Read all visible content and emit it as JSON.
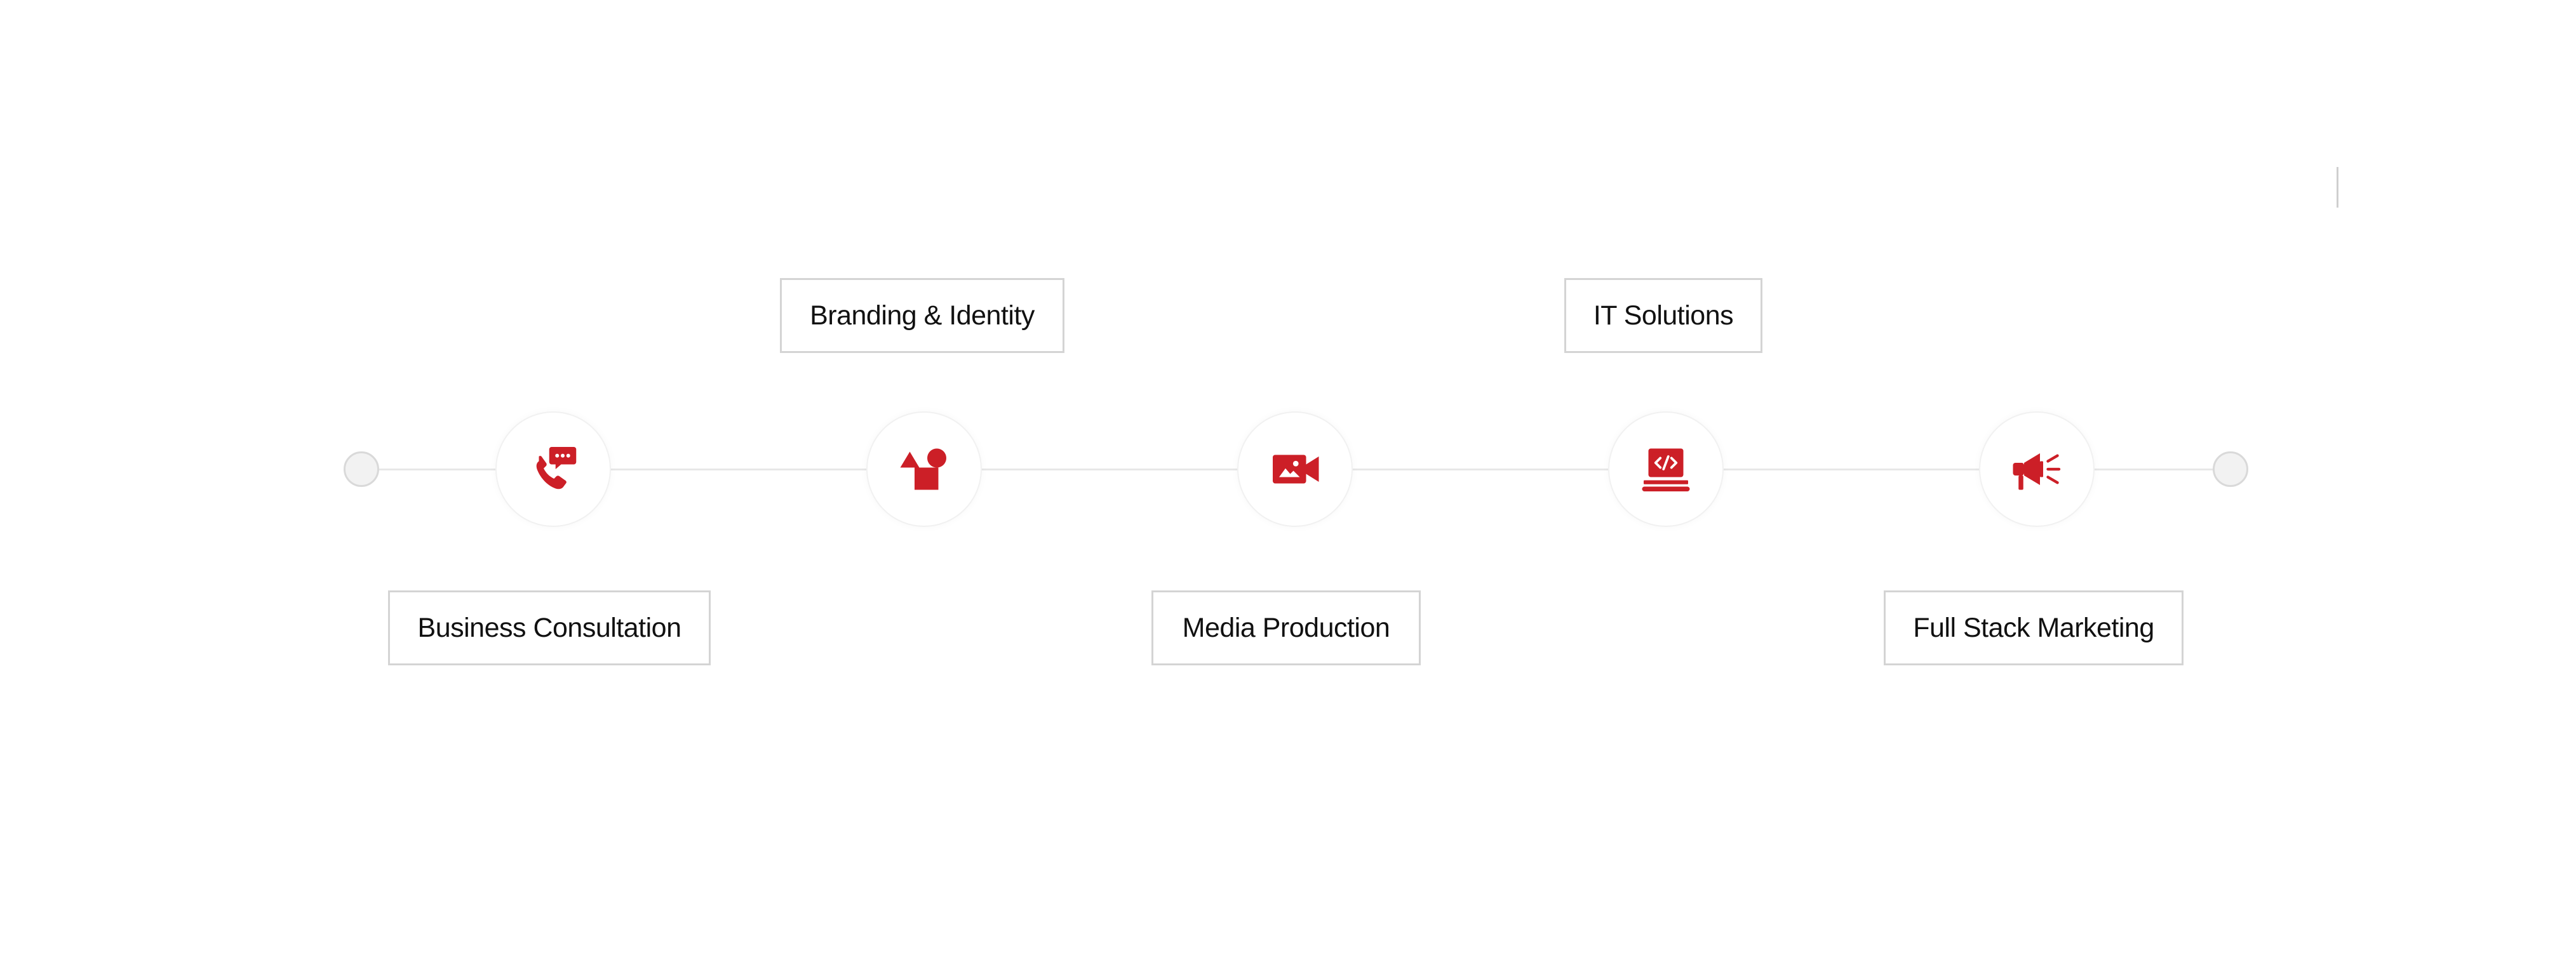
{
  "colors": {
    "accent": "#cc1f27",
    "line": "#e7e7e7",
    "box_border": "#d4d4d4",
    "text": "#111111"
  },
  "services": [
    {
      "label": "Business Consultation",
      "icon": "phone-chat-icon",
      "position": "bottom"
    },
    {
      "label": "Branding & Identity",
      "icon": "shapes-icon",
      "position": "top"
    },
    {
      "label": "Media Production",
      "icon": "video-camera-icon",
      "position": "bottom"
    },
    {
      "label": "IT Solutions",
      "icon": "laptop-code-icon",
      "position": "top"
    },
    {
      "label": "Full Stack Marketing",
      "icon": "megaphone-icon",
      "position": "bottom"
    }
  ]
}
